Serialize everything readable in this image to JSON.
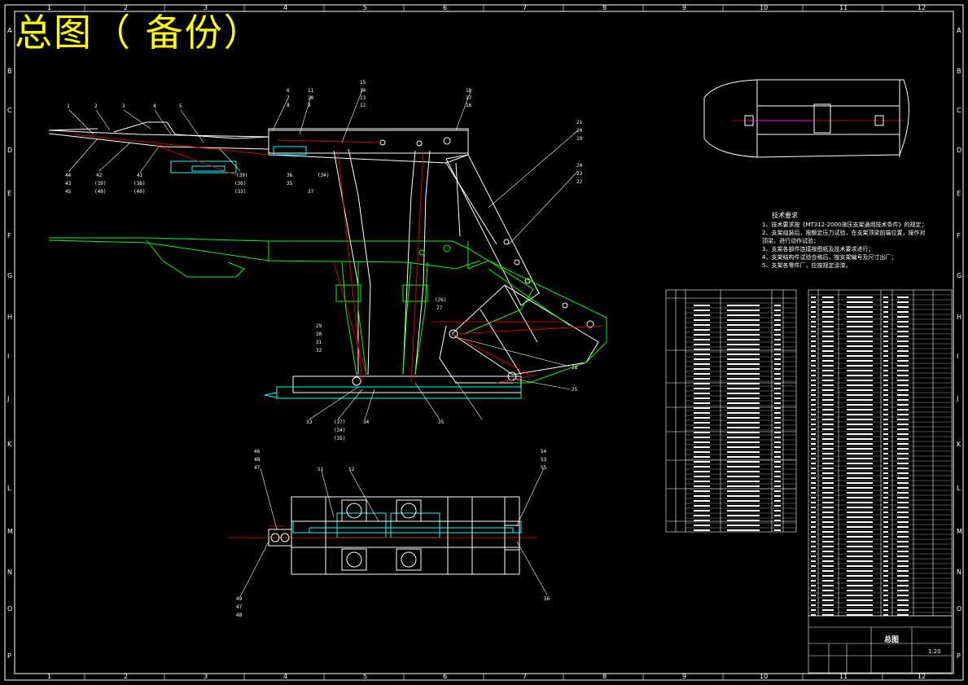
{
  "title": "总图（ 备份）",
  "ruler": {
    "columns": [
      "1",
      "2",
      "3",
      "4",
      "5",
      "6",
      "7",
      "8",
      "9",
      "10",
      "11",
      "12"
    ],
    "rows": [
      "A",
      "B",
      "C",
      "D",
      "E",
      "F",
      "G",
      "H",
      "I",
      "J",
      "K",
      "L",
      "M",
      "N",
      "O",
      "P"
    ]
  },
  "tech_notes": {
    "heading": "技术要求",
    "lines": [
      "1、技术要求按《MT312-2000液压支架通用技术条件》的规定；",
      "2、支架组装后，按额定压力试验，在支架顶梁前端位置，操作对",
      "    顶梁，进行动作试验；",
      "3、支架各部件连接按图纸及技术要求进行；",
      "4、支架结构件试验合格后，按支架编号及尺寸出厂；",
      "5、支架各零件厂，应按规定涂漆。"
    ]
  },
  "title_block": {
    "drawing_name": "总图",
    "scale": "1:20"
  },
  "balloons": {
    "top_left": [
      "1",
      "2",
      "3",
      "4",
      "5"
    ],
    "top_center": [
      "6",
      "7",
      "8",
      "11",
      "10",
      "9",
      "15",
      "14",
      "13",
      "12",
      "18",
      "17",
      "16"
    ],
    "top_right": [
      "21",
      "20",
      "19",
      "24",
      "23",
      "22"
    ],
    "left_low": [
      "44",
      "43",
      "45",
      "42",
      "(39)",
      "(40)",
      "41",
      "(38)",
      "(40)",
      "(39)",
      "(36)",
      "(33)",
      "(34)",
      "36",
      "35",
      "37"
    ],
    "mid": [
      "(26)",
      "27",
      "28",
      "25"
    ],
    "base": [
      "29",
      "30",
      "31",
      "32",
      "33",
      "34",
      "35",
      "(27)",
      "(34)",
      "(35)"
    ],
    "plan": [
      "46",
      "48",
      "47",
      "54",
      "53",
      "55",
      "51",
      "52",
      "56",
      "49",
      "47",
      "48"
    ]
  },
  "colors": {
    "background": "#000000",
    "frame": "#ffffff",
    "title": "#ffff00",
    "upper_structure": "#ffffff",
    "lowered_structure": "#00ff00",
    "hydraulic": "#00ffff",
    "centerline": "#ff0000",
    "accent": "#ff00ff"
  }
}
